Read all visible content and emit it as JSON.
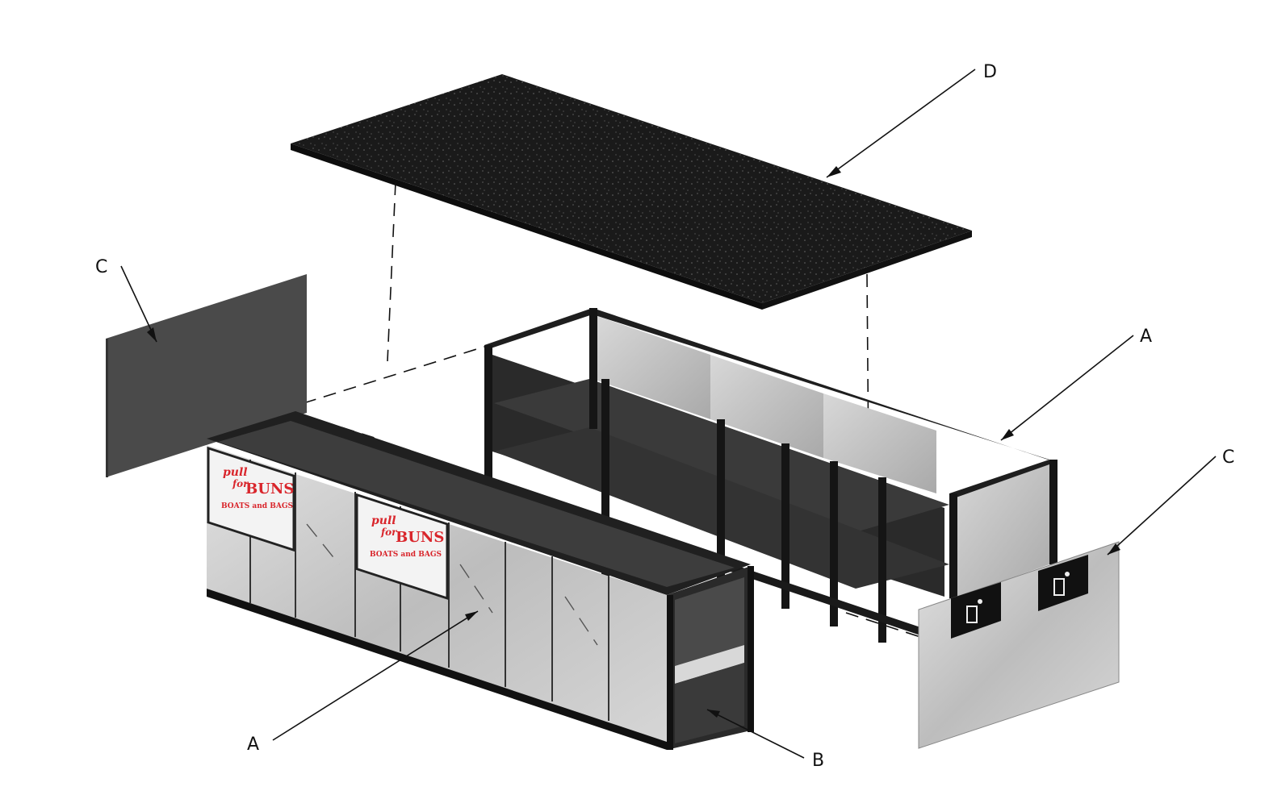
{
  "callouts": {
    "d": "D",
    "c_left": "C",
    "a_right": "A",
    "c_right": "C",
    "a_bottom": "A",
    "b": "B"
  },
  "sign": {
    "line1": "pull",
    "line2": "for",
    "line3": "BUNS",
    "line4": "BOATS and BAGS"
  },
  "colors": {
    "countertop": "#1b1b1b",
    "frame": "#222222",
    "steel_panel": "#c9c9c9",
    "dark_panel": "#4a4a4a",
    "sign_red": "#d9262c"
  },
  "icons": [
    "trash-receptacle-icon",
    "trash-receptacle-icon"
  ]
}
